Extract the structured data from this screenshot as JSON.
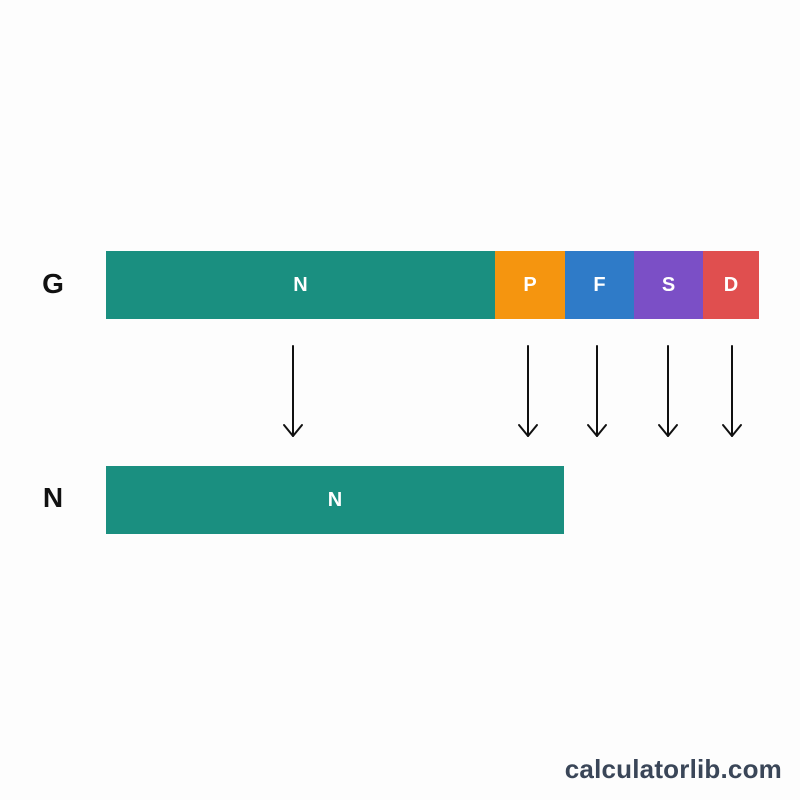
{
  "row_labels": {
    "top": "G",
    "bottom": "N"
  },
  "top_bar": [
    {
      "key": "n",
      "label": "N",
      "color": "#1a8f80"
    },
    {
      "key": "p",
      "label": "P",
      "color": "#f5950f"
    },
    {
      "key": "f",
      "label": "F",
      "color": "#2f7bc8"
    },
    {
      "key": "s",
      "label": "S",
      "color": "#7b4fc6"
    },
    {
      "key": "d",
      "label": "D",
      "color": "#e04f4f"
    }
  ],
  "bottom_bar": {
    "label": "N",
    "color": "#1a8f80"
  },
  "arrow_color": "#111111",
  "watermark": "calculatorlib.com"
}
